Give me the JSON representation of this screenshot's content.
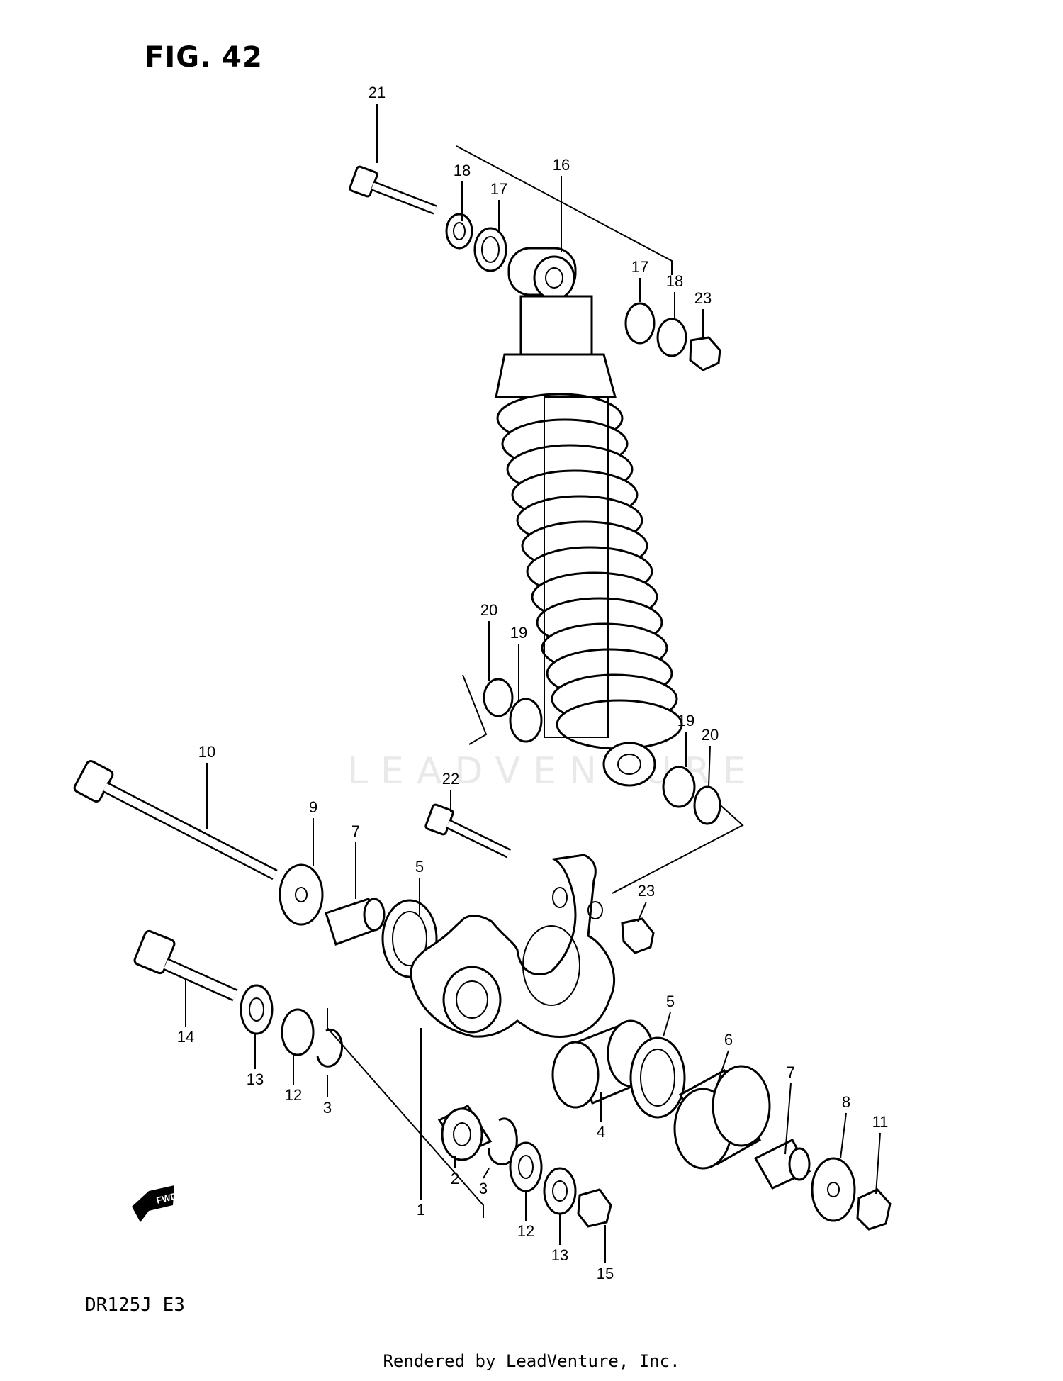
{
  "figure": {
    "title": "FIG. 42",
    "model_code": "DR125J  E3"
  },
  "footer": {
    "credit": "Rendered by LeadVenture, Inc."
  },
  "watermark": "LEADVENTURE",
  "direction_badge": "FWD",
  "callouts": [
    "21",
    "18",
    "17",
    "16",
    "17",
    "18",
    "23",
    "20",
    "19",
    "19",
    "20",
    "10",
    "22",
    "9",
    "7",
    "5",
    "23",
    "14",
    "13",
    "12",
    "3",
    "1",
    "5",
    "6",
    "7",
    "4",
    "2",
    "3",
    "12",
    "13",
    "15",
    "8",
    "11"
  ]
}
